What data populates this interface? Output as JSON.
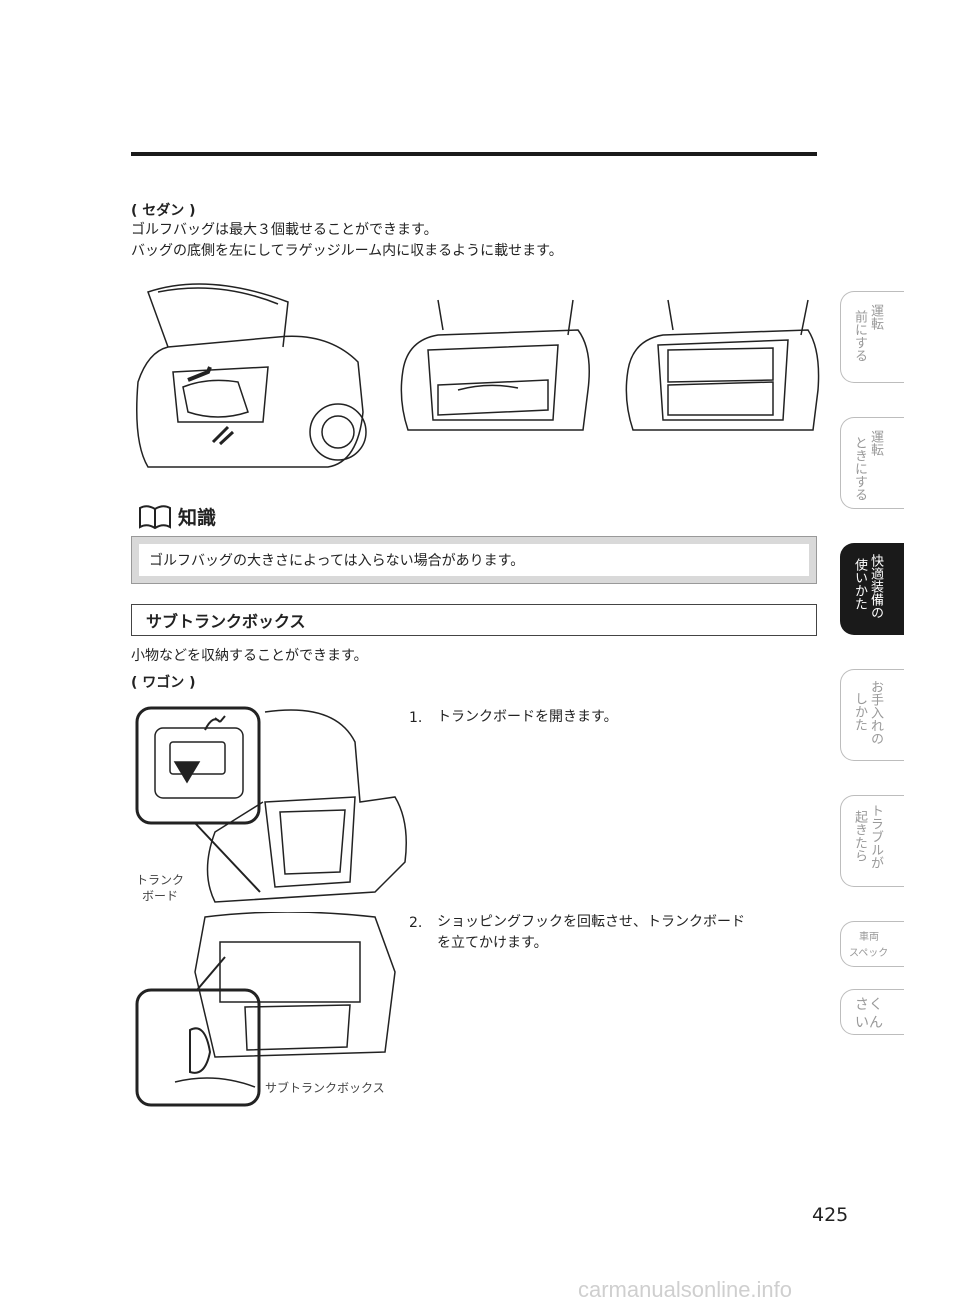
{
  "sedan": {
    "title": "( セダン )",
    "line1": "ゴルフバッグは最大３個載せることができます。",
    "line2": "バッグの底側を左にしてラゲッジルーム内に収まるように載せます。"
  },
  "note": {
    "label": "知識",
    "text": "ゴルフバッグの大きさによっては入らない場合があります。"
  },
  "sub_trunk": {
    "heading": "サブトランクボックス",
    "intro": "小物などを収納することができます。",
    "wagon_title": "( ワゴン )",
    "step1_num": "1.",
    "step1_text": "トランクボードを開きます。",
    "step2_num": "2.",
    "step2_line1": "ショッピングフックを回転させ、トランクボード",
    "step2_line2": "を立てかけます。",
    "label_board_line1": "トランク",
    "label_board_line2": "ボード",
    "label_subbox": "サブトランクボックス"
  },
  "side_tabs": [
    {
      "label": "運転する前に",
      "line1": "運転",
      "line2": "前にする",
      "active": false
    },
    {
      "label": "運転するときに",
      "line1": "運転",
      "line2": "ときにする",
      "active": false
    },
    {
      "label": "快適装備の使いかた",
      "line1": "快適装備の",
      "line2": "使いかた",
      "active": true
    },
    {
      "label": "お手入れのしかた",
      "line1": "お手入れの",
      "line2": "しかた",
      "active": false
    },
    {
      "label": "トラブルが起きたら",
      "line1": "トラブルが",
      "line2": "起きたら",
      "active": false
    },
    {
      "label": "車両スペック",
      "line1": "車両",
      "line2": "スペック",
      "active": false
    },
    {
      "label": "さくいん",
      "line1": "さく",
      "line2": "いん",
      "active": false
    }
  ],
  "page_number": "425",
  "watermark": "carmanualsonline.info",
  "colors": {
    "tab_active": "#1a1a1a",
    "tab_text": "#999999",
    "note_border": "#d9d9d9"
  }
}
